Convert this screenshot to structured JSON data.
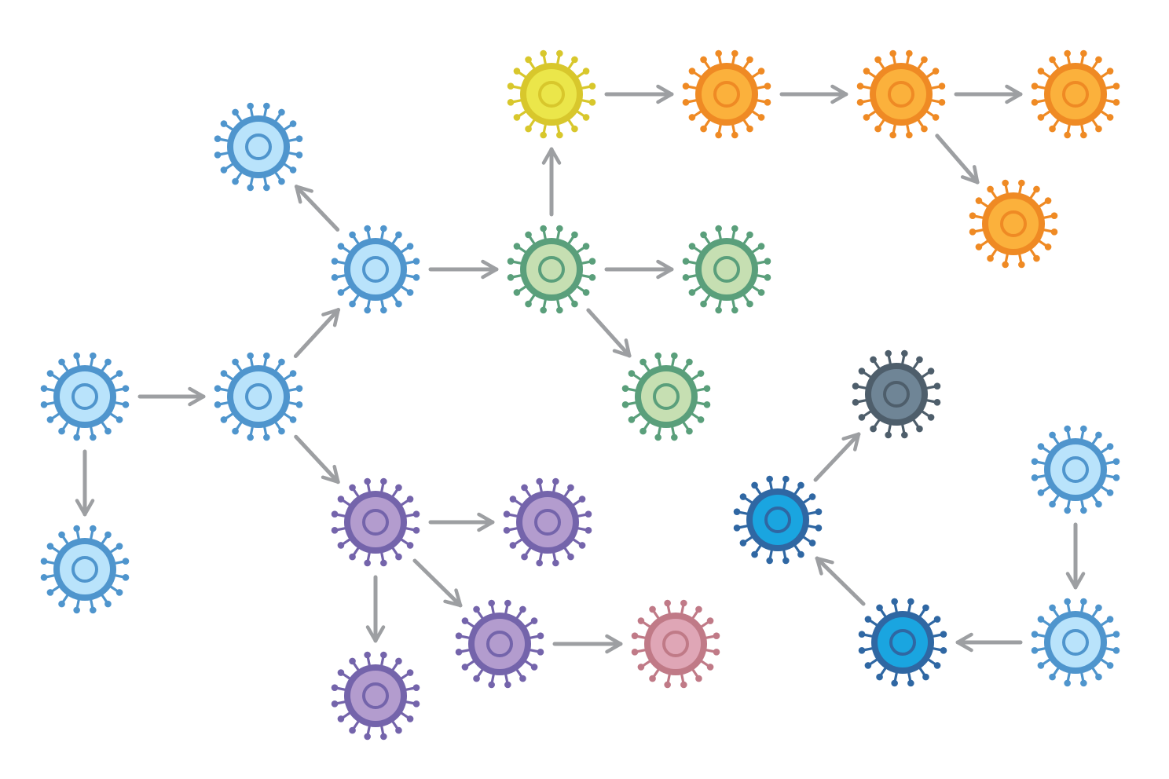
{
  "palettes": {
    "lightblue": {
      "outer": "#4f95cd",
      "fill": "#b9e3fb"
    },
    "green": {
      "outer": "#5a9f7b",
      "fill": "#c6dfb2"
    },
    "yellow": {
      "outer": "#d8c72c",
      "fill": "#ebe64a"
    },
    "orange": {
      "outer": "#ef8a24",
      "fill": "#fbb13c"
    },
    "purple": {
      "outer": "#7464ab",
      "fill": "#b39cce"
    },
    "pink": {
      "outer": "#c07a87",
      "fill": "#dfa6b6"
    },
    "darkblue": {
      "outer": "#2f67a3",
      "fill": "#1aa5e0"
    },
    "gray": {
      "outer": "#4e5e6b",
      "fill": "#6f8596"
    }
  },
  "arrow_color": "#9d9fa2",
  "nodes": [
    {
      "id": "root",
      "kind": "virus-icon",
      "variant": "lightblue"
    },
    {
      "id": "lb-b",
      "kind": "virus-icon",
      "variant": "lightblue"
    },
    {
      "id": "lb-c",
      "kind": "virus-icon",
      "variant": "lightblue"
    },
    {
      "id": "lb-d",
      "kind": "virus-icon",
      "variant": "lightblue"
    },
    {
      "id": "lb-e",
      "kind": "virus-icon",
      "variant": "lightblue"
    },
    {
      "id": "gr-a",
      "kind": "virus-icon",
      "variant": "green"
    },
    {
      "id": "gr-b",
      "kind": "virus-icon",
      "variant": "green"
    },
    {
      "id": "gr-c",
      "kind": "virus-icon",
      "variant": "green"
    },
    {
      "id": "ye-a",
      "kind": "virus-icon",
      "variant": "yellow"
    },
    {
      "id": "or-a",
      "kind": "virus-icon",
      "variant": "orange"
    },
    {
      "id": "or-b",
      "kind": "virus-icon",
      "variant": "orange"
    },
    {
      "id": "or-c",
      "kind": "virus-icon",
      "variant": "orange"
    },
    {
      "id": "or-d",
      "kind": "virus-icon",
      "variant": "orange"
    },
    {
      "id": "pu-a",
      "kind": "virus-icon",
      "variant": "purple"
    },
    {
      "id": "pu-b",
      "kind": "virus-icon",
      "variant": "purple"
    },
    {
      "id": "pu-c",
      "kind": "virus-icon",
      "variant": "purple"
    },
    {
      "id": "pu-d",
      "kind": "virus-icon",
      "variant": "purple"
    },
    {
      "id": "pk-a",
      "kind": "virus-icon",
      "variant": "pink"
    },
    {
      "id": "lb-r1",
      "kind": "virus-icon",
      "variant": "lightblue"
    },
    {
      "id": "lb-r2",
      "kind": "virus-icon",
      "variant": "lightblue"
    },
    {
      "id": "db-a",
      "kind": "virus-icon",
      "variant": "darkblue"
    },
    {
      "id": "db-b",
      "kind": "virus-icon",
      "variant": "darkblue"
    },
    {
      "id": "gy-a",
      "kind": "virus-icon",
      "variant": "gray"
    }
  ],
  "edges": [
    {
      "from": "root",
      "to": "lb-b"
    },
    {
      "from": "root",
      "to": "lb-e"
    },
    {
      "from": "lb-b",
      "to": "lb-c"
    },
    {
      "from": "lb-b",
      "to": "pu-a"
    },
    {
      "from": "lb-c",
      "to": "lb-d"
    },
    {
      "from": "lb-c",
      "to": "gr-a"
    },
    {
      "from": "gr-a",
      "to": "ye-a"
    },
    {
      "from": "gr-a",
      "to": "gr-b"
    },
    {
      "from": "gr-a",
      "to": "gr-c"
    },
    {
      "from": "ye-a",
      "to": "or-a"
    },
    {
      "from": "or-a",
      "to": "or-b"
    },
    {
      "from": "or-b",
      "to": "or-c"
    },
    {
      "from": "or-b",
      "to": "or-d"
    },
    {
      "from": "pu-a",
      "to": "pu-b"
    },
    {
      "from": "pu-a",
      "to": "pu-c"
    },
    {
      "from": "pu-a",
      "to": "pu-d"
    },
    {
      "from": "pu-c",
      "to": "pk-a"
    },
    {
      "from": "lb-r1",
      "to": "lb-r2"
    },
    {
      "from": "lb-r2",
      "to": "db-b"
    },
    {
      "from": "db-b",
      "to": "db-a"
    },
    {
      "from": "db-a",
      "to": "gy-a"
    }
  ]
}
